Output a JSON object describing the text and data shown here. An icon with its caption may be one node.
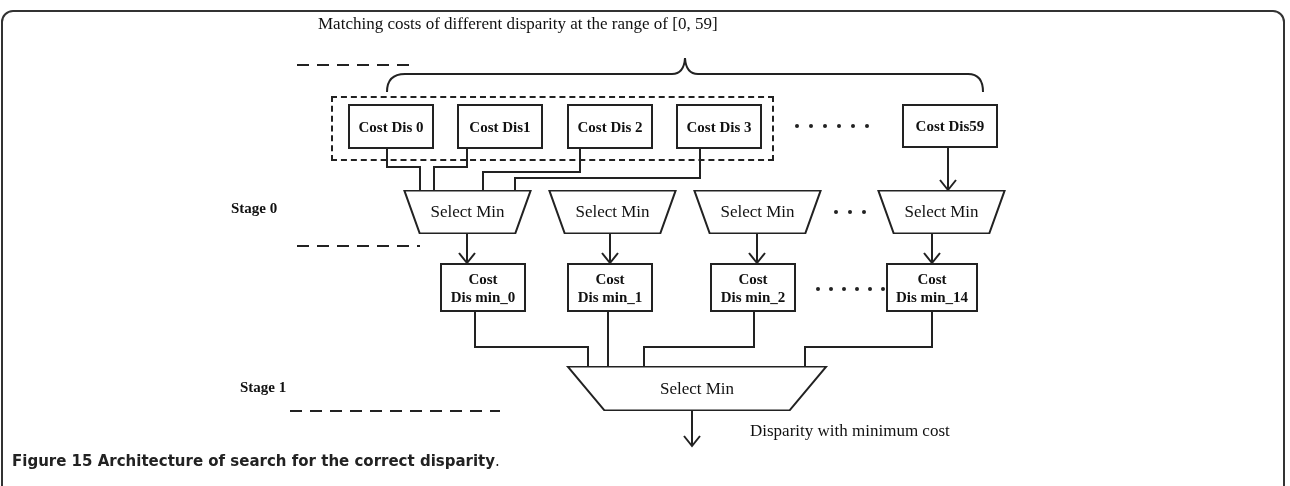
{
  "diagram": {
    "caption": "**Figure 15 Architecture of search for the correct disparity**.",
    "nodes": [
      {
        "text": [],
        "shape": "box"
      },
      {
        "text": [
          "Cost Dis 0"
        ],
        "in": 0
      },
      {
        "text": [
          "Cost Dis1"
        ],
        "in": 0
      },
      {
        "text": [
          "Cost Dis 2"
        ],
        "in": 0
      },
      {
        "text": [
          "Cost Dis 3"
        ],
        "in": 0
      },
      {
        "text": [
          "Cost Dis59"
        ]
      },
      {
        "text": [
          "Select Min"
        ]
      },
      {
        "text": [
          "Select Min"
        ]
      },
      {
        "text": [
          "Select Min"
        ]
      },
      {
        "text": [
          "Select Min"
        ]
      },
      {
        "text": [
          "Cost Dis min_0"
        ]
      },
      {
        "text": [
          "Cost Dis min_1"
        ]
      },
      {
        "text": [
          "Cost Dis min_2"
        ]
      },
      {
        "text": [
          "Cost Dis min_14"
        ]
      },
      {
        "text": [
          "Select Min"
        ]
      }
    ],
    "edges": [
      {
        "from": 1,
        "to": 6,
        "arrow": "none"
      },
      {
        "from": 2,
        "to": 6,
        "arrow": "none"
      },
      {
        "from": 3,
        "to": 6,
        "arrow": "none"
      },
      {
        "from": 4,
        "to": 6,
        "arrow": "none"
      },
      {
        "from": 5,
        "to": 9,
        "arrow": "to"
      },
      {
        "from": 6,
        "to": 10,
        "arrow": "to"
      },
      {
        "from": 7,
        "to": 11,
        "arrow": "to"
      },
      {
        "from": 8,
        "to": 12,
        "arrow": "to"
      },
      {
        "from": 9,
        "to": 13,
        "arrow": "to"
      },
      {
        "from": 10,
        "to": 14,
        "arrow": "none"
      },
      {
        "from": 11,
        "to": 14,
        "arrow": "none"
      },
      {
        "from": 12,
        "to": 14,
        "arrow": "none"
      },
      {
        "from": 13,
        "to": 14,
        "arrow": "none"
      },
      {
        "from": 14,
        "to": null,
        "arrow": "to"
      }
    ],
    "labels": [
      "Matching costs of different disparity at the range of [0, 59]",
      "Stage 0",
      "Stage 1",
      "Disparity with minimum cost"
    ]
  }
}
